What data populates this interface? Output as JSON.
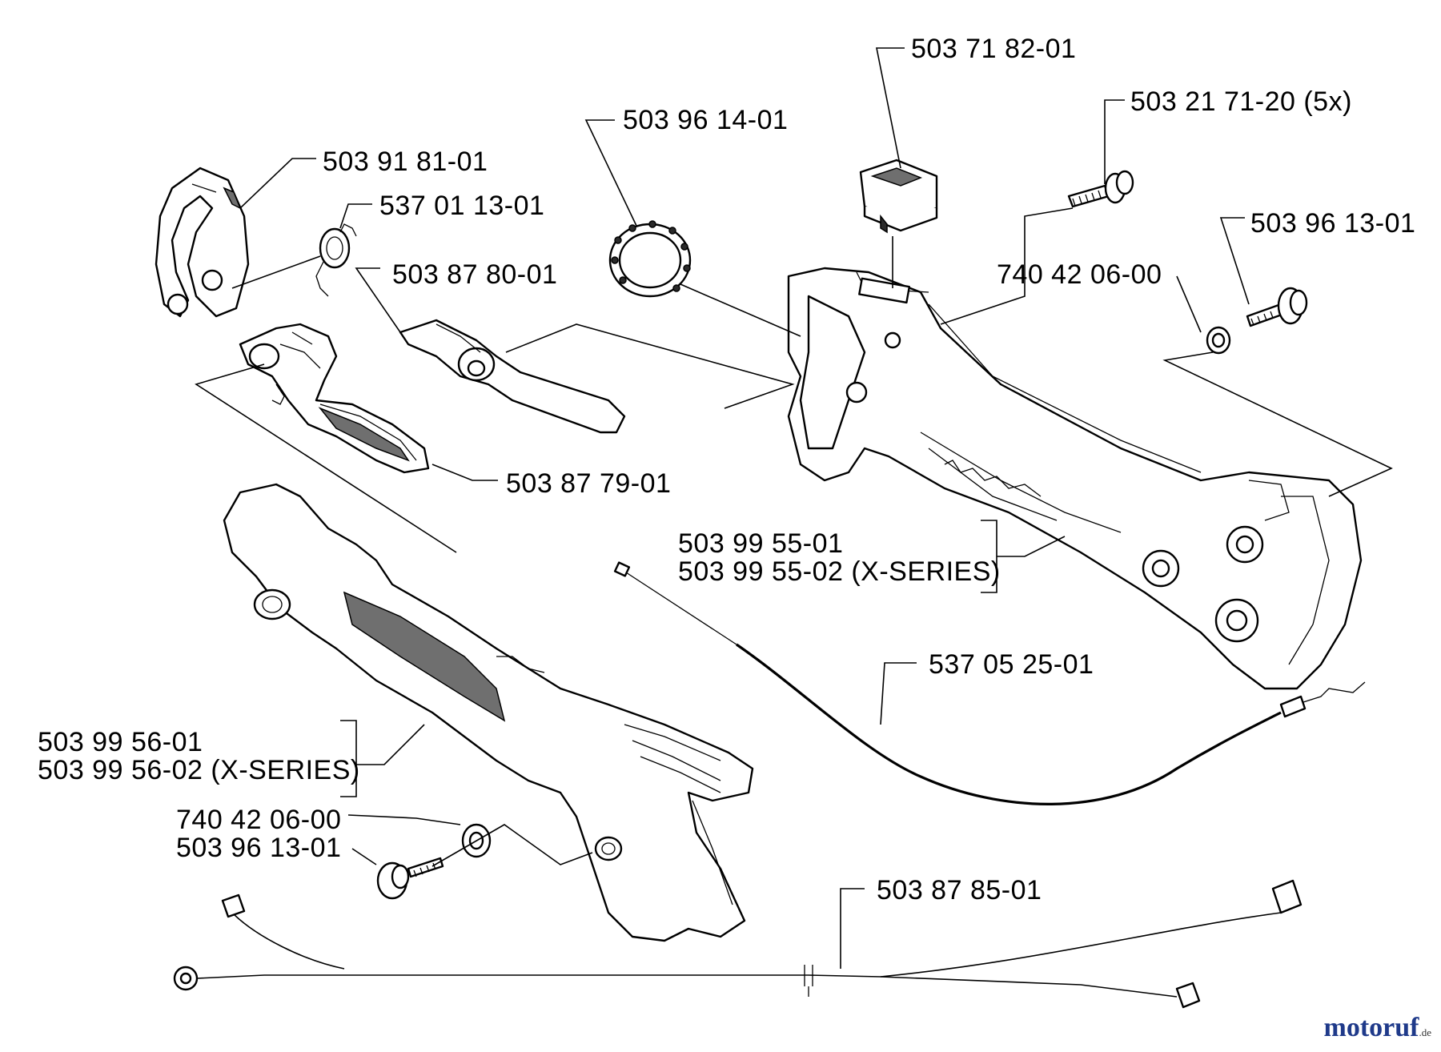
{
  "labels": {
    "switch": "503 71 82-01",
    "screw_5x": "503 21 71-20 (5x)",
    "ring": "503 96 14-01",
    "clamp": "503 91 81-01",
    "spring": "537 01 13-01",
    "lever_lock": "503 87 80-01",
    "screw_right": "503 96 13-01",
    "washer_right": "740 42 06-00",
    "trigger": "503 87 79-01",
    "handle_half_a": "503 99 55-01",
    "handle_half_a_x": "503 99 55-02 (X-SERIES)",
    "throttle_cable": "537 05 25-01",
    "handle_half_b": "503 99 56-01",
    "handle_half_b_x": "503 99 56-02 (X-SERIES)",
    "washer_left": "740 42 06-00",
    "screw_left": "503 96 13-01",
    "wire_harness": "503 87 85-01"
  },
  "brand": {
    "name": "motoruf",
    "tld": ".de"
  }
}
